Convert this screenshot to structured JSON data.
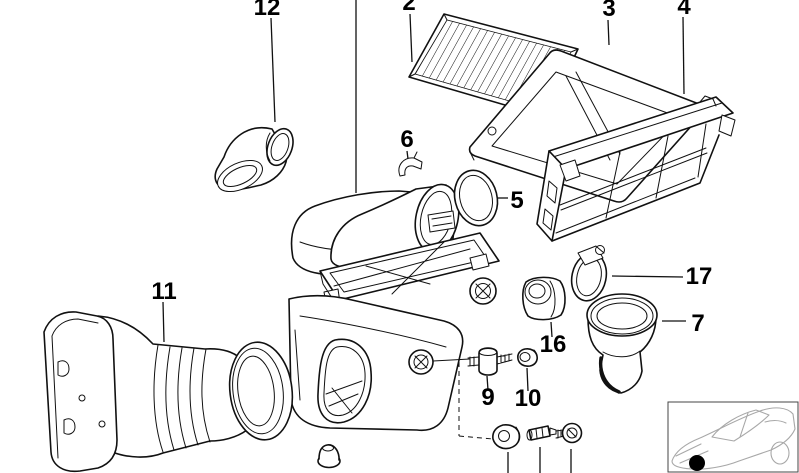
{
  "colors": {
    "background": "#ffffff",
    "line": "#111111",
    "inset_car_line": "#a8a8a8",
    "marker": "#000000"
  },
  "callouts": [
    {
      "id": "12",
      "label": "12"
    },
    {
      "id": "2",
      "label": "2"
    },
    {
      "id": "3",
      "label": "3"
    },
    {
      "id": "4",
      "label": "4"
    },
    {
      "id": "6",
      "label": "6"
    },
    {
      "id": "5",
      "label": "5"
    },
    {
      "id": "17",
      "label": "17"
    },
    {
      "id": "7",
      "label": "7"
    },
    {
      "id": "16",
      "label": "16"
    },
    {
      "id": "9",
      "label": "9"
    },
    {
      "id": "10",
      "label": "10"
    },
    {
      "id": "11",
      "label": "11"
    }
  ]
}
